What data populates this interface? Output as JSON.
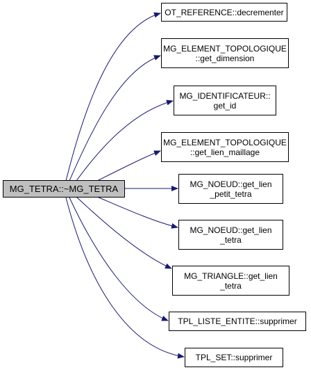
{
  "source": {
    "label": "MG_TETRA::~MG_TETRA"
  },
  "targets": [
    {
      "label": "OT_REFERENCE::decrementer"
    },
    {
      "label": "MG_ELEMENT_TOPOLOGIQUE\n::get_dimension"
    },
    {
      "label": "MG_IDENTIFICATEUR::\nget_id"
    },
    {
      "label": "MG_ELEMENT_TOPOLOGIQUE\n::get_lien_maillage"
    },
    {
      "label": "MG_NOEUD::get_lien\n_petit_tetra"
    },
    {
      "label": "MG_NOEUD::get_lien\n_tetra"
    },
    {
      "label": "MG_TRIANGLE::get_lien\n_tetra"
    },
    {
      "label": "TPL_LISTE_ENTITE::supprimer"
    },
    {
      "label": "TPL_SET::supprimer"
    }
  ],
  "colors": {
    "edge": "#191970",
    "source_fill": "#bfbfbf",
    "node_fill": "#ffffff",
    "border": "#000000"
  }
}
